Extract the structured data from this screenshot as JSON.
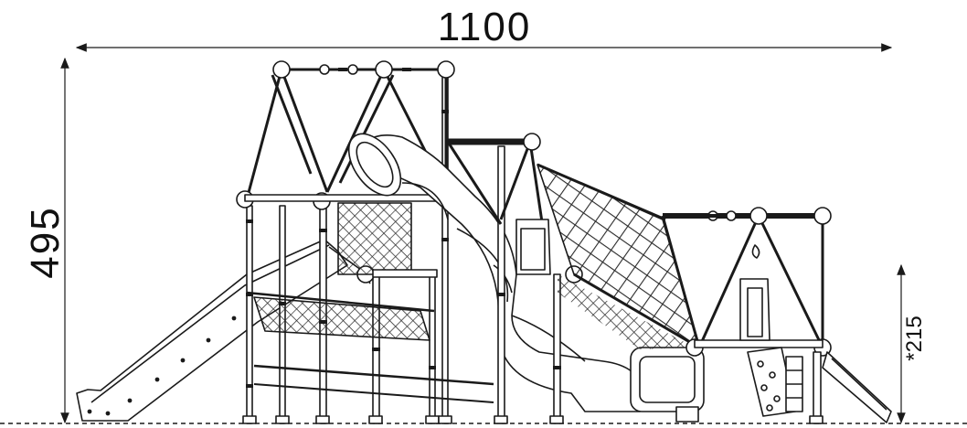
{
  "dimensions": {
    "width_label": "1100",
    "height_label": "495",
    "platform_height_label": "*215"
  },
  "colors": {
    "line": "#1a1a1a",
    "fill": "#ffffff",
    "net": "#2a2a2a"
  }
}
